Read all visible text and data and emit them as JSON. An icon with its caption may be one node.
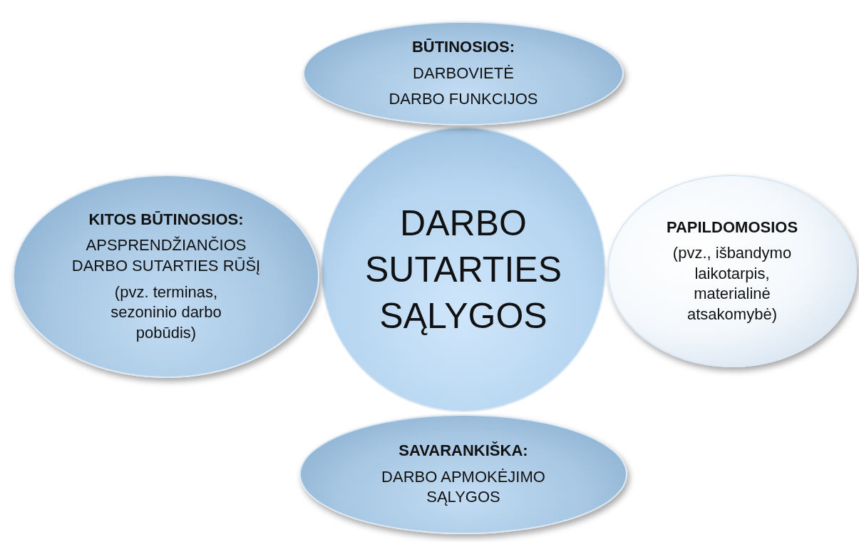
{
  "diagram": {
    "nodes": [
      {
        "text": [
          "BŪTINOSIOS:",
          "DARBOVIETĖ",
          "DARBO FUNKCIJOS"
        ]
      },
      {
        "text": [
          "KITOS BŪTINOSIOS:",
          "APSPRENDŽIANČIOS DARBO SUTARTIES RŪŠĮ",
          "(pvz. terminas, sezoninio darbo pobūdis)"
        ]
      },
      {
        "text": [
          "DARBO SUTARTIES SĄLYGOS"
        ]
      },
      {
        "text": [
          "PAPILDOMOSIOS",
          "(pvz., išbandymo laikotarpis, materialinė atsakomybė)"
        ]
      },
      {
        "text": [
          "**SAVARANKIŠKA**:",
          "DARBO APMOKĖJIMO SĄLYGOS"
        ]
      }
    ]
  }
}
